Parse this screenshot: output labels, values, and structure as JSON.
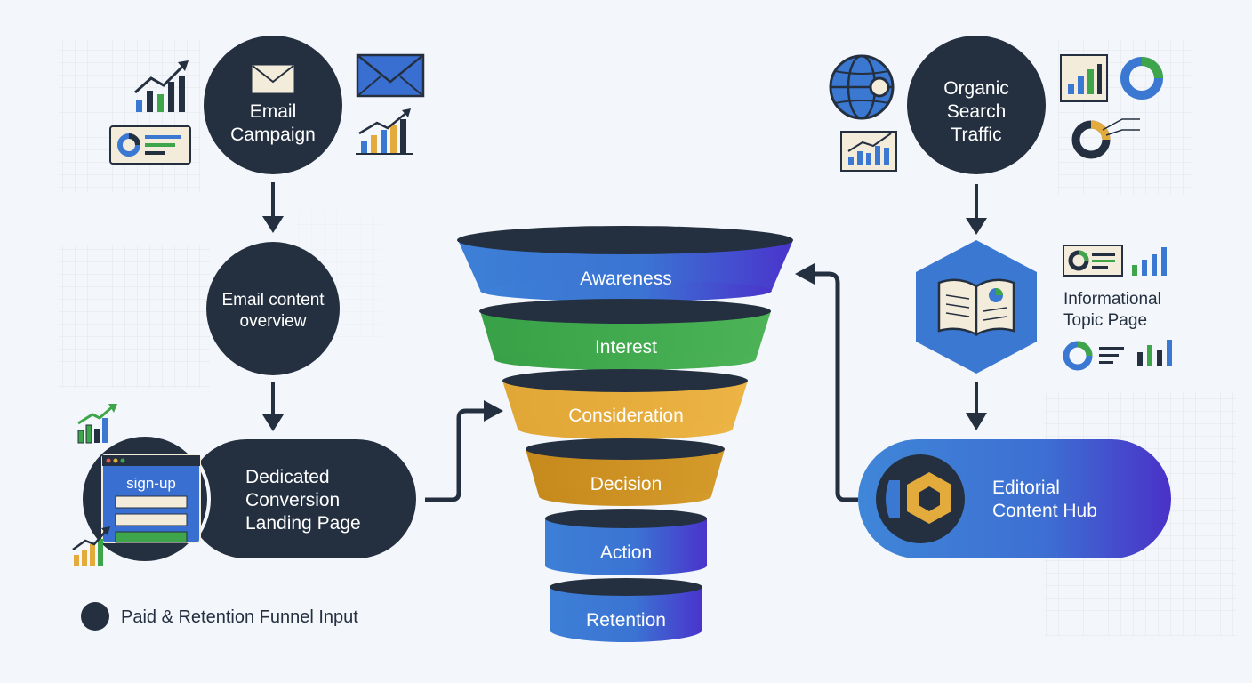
{
  "email_campaign": {
    "line1": "Email",
    "line2": "Campaign"
  },
  "email_overview": {
    "line1": "Email content",
    "line2": "overview"
  },
  "landing_page": {
    "line1": "Dedicated",
    "line2": "Conversion",
    "line3": "Landing Page",
    "form_label": "sign-up"
  },
  "organic_search": {
    "line1": "Organic",
    "line2": "Search",
    "line3": "Traffic"
  },
  "topic_page": {
    "line1": "Informational",
    "line2": "Topic Page"
  },
  "content_hub": {
    "line1": "Editorial",
    "line2": "Content Hub"
  },
  "funnel": {
    "stages": [
      "Awareness",
      "Interest",
      "Consideration",
      "Decision",
      "Action",
      "Retention"
    ]
  },
  "legend": {
    "label": "Paid & Retention Funnel Input"
  },
  "colors": {
    "dark_node": "#243040",
    "blue": "#3a78d2",
    "indigo": "#4b3fd0",
    "green": "#3fa54a",
    "gold": "#e3aa3c",
    "dark_gold": "#c98e1e",
    "background": "#f3f6fa"
  }
}
